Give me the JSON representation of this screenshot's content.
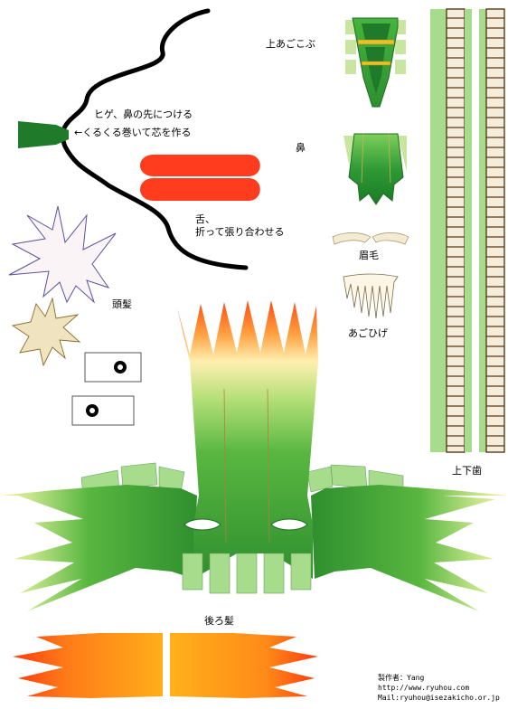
{
  "labels": {
    "upper_jaw": "上あごこぶ",
    "whisker_1": "ヒゲ、鼻の先につける",
    "whisker_2": "←くるくる巻いて芯を作る",
    "nose": "鼻",
    "tongue_1": "舌、",
    "tongue_2": "折って張り合わせる",
    "eyebrow": "眉毛",
    "head_hair": "頭髪",
    "beard": "あごひげ",
    "teeth": "上下歯",
    "back_hair": "後ろ髪"
  },
  "credits": {
    "author": "製作者：Yang",
    "url": "http://www.ryuhou.com",
    "mail": "Mail:ryuhou@isezakicho.or.jp"
  },
  "colors": {
    "green_dark": "#1f7a2a",
    "green_mid": "#3fae3a",
    "green_light": "#a6dc8c",
    "tongue_red": "#ff3d1e",
    "flame_orange": "#ff7a18",
    "flame_yellow": "#ffc21a",
    "hair_purple": "#5a4f9e",
    "teeth_brown": "#5a3a1a"
  }
}
